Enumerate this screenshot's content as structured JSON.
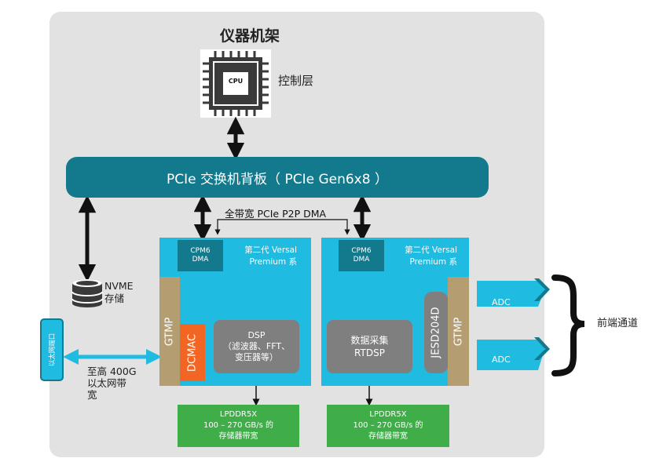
{
  "title": "仪器机架",
  "cpu": {
    "chip_label": "CPU",
    "label": "控制层"
  },
  "backplane": {
    "label": "PCIe 交换机背板（ PCIe Gen6x8 ）"
  },
  "p2p_label": "全带宽 PCIe P2P DMA",
  "nvme": {
    "line1": "NVME",
    "line2": "存储"
  },
  "ethernet": {
    "port_label": "以太网端口",
    "line1": "至高 400G",
    "line2": "以太网带",
    "line3": "宽"
  },
  "fpga_left": {
    "cpm_line1": "CPM6",
    "cpm_line2": "DMA",
    "versal_line1": "第二代 Versal",
    "versal_line2": "Premium 系",
    "gtmp": "GTMP",
    "dcmac": "DCMAC",
    "dsp_line1": "DSP",
    "dsp_line2": "（滤波器、FFT、",
    "dsp_line3": "变压器等）"
  },
  "fpga_right": {
    "cpm_line1": "CPM6",
    "cpm_line2": "DMA",
    "versal_line1": "第二代 Versal",
    "versal_line2": "Premium 系",
    "gtmp": "GTMP",
    "jesd": "JESD204D",
    "rtdsp_line1": "数据采集",
    "rtdsp_line2": "RTDSP"
  },
  "memory_left": {
    "line1": "LPDDR5X",
    "line2": "100 – 270 GB/s 的",
    "line3": "存储器带宽"
  },
  "memory_right": {
    "line1": "LPDDR5X",
    "line2": "100 – 270 GB/s 的",
    "line3": "存储器带宽"
  },
  "adc": {
    "top": "ADC",
    "bottom": "ADC"
  },
  "front_end_label": "前端通道",
  "colors": {
    "teal": "#137a8e",
    "cyan": "#1fbbe0",
    "tan": "#b49d70",
    "orange": "#f26522",
    "green": "#3fae49",
    "gray": "#7f7f7f",
    "rack": "#e2e2e2"
  }
}
